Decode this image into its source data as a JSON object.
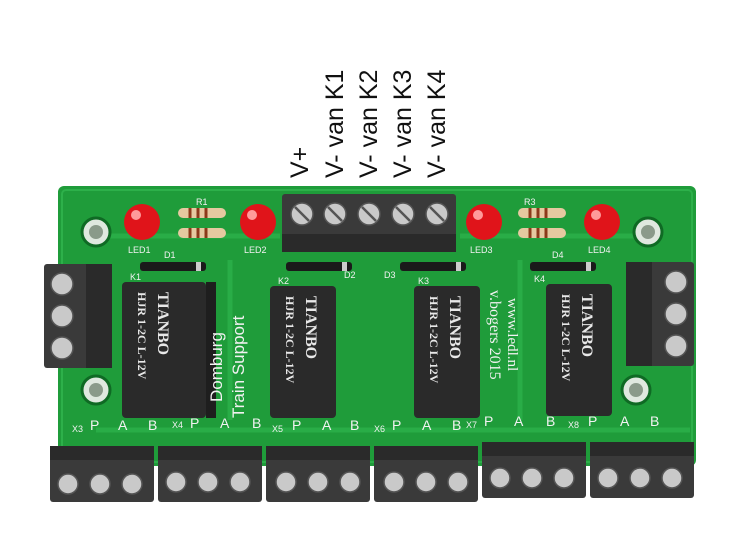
{
  "wire_labels": [
    "V+",
    "V- van K1",
    "V- van K2",
    "V- van K3",
    "V- van K4"
  ],
  "board_texts": {
    "name_line1": "Domburg",
    "name_line2": "Train Support",
    "author_line1": "v.bogers 2015",
    "author_line2": "www.ledl.nl"
  },
  "leds": [
    "LED1",
    "LED2",
    "LED3",
    "LED4"
  ],
  "diodes": [
    "D1",
    "D2",
    "D3",
    "D4"
  ],
  "resistors": [
    "R1",
    "R3"
  ],
  "relays": [
    {
      "ref": "K1",
      "brand": "TIANBO",
      "model": "HJR 1-2C L-12V"
    },
    {
      "ref": "K2",
      "brand": "TIANBO",
      "model": "HJR 1-2C L-12V"
    },
    {
      "ref": "K3",
      "brand": "TIANBO",
      "model": "HJR 1-2C L-12V"
    },
    {
      "ref": "K4",
      "brand": "TIANBO",
      "model": "HJR 1-2C L-12V"
    }
  ],
  "connector_refs": [
    "X3",
    "X4",
    "X5",
    "X6",
    "X7",
    "X8"
  ],
  "terminal_pins": [
    "P",
    "A",
    "B"
  ],
  "colors": {
    "pcb": "#1f9c3a",
    "pcb_dark": "#13772a",
    "relay": "#2a2a2a",
    "terminal": "#3a3a3a",
    "led": "#e0141a",
    "screw": "#c9c9c9"
  }
}
